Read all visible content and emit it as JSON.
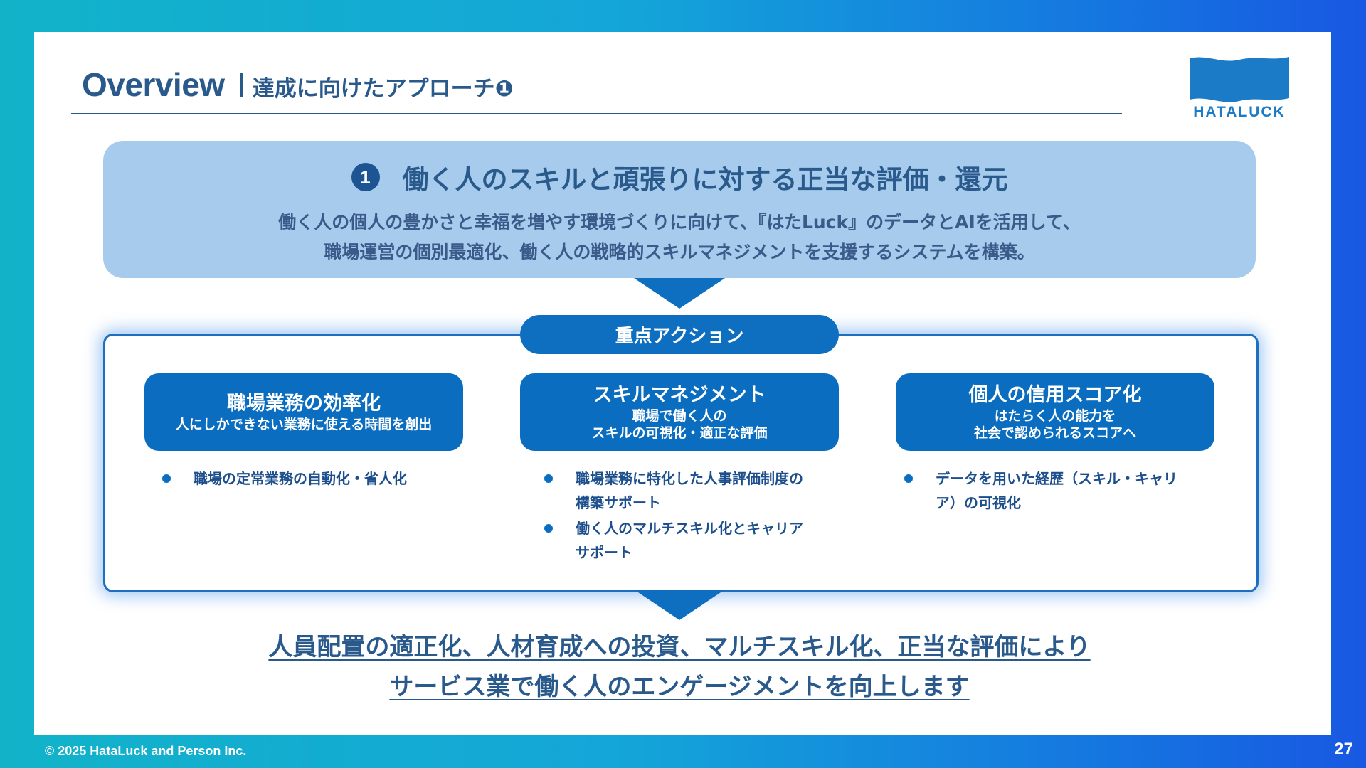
{
  "header": {
    "title_en": "Overview",
    "title_jp": "達成に向けたアプローチ❶"
  },
  "logo": {
    "text": "HATALUCK",
    "color": "#1c7bc7"
  },
  "goal": {
    "number": "1",
    "title": "働く人のスキルと頑張りに対する正当な評価・還元",
    "desc_line1": "働く人の個人の豊かさと幸福を増やす環境づくりに向けて、『はたLuck』のデータとAIを活用して、",
    "desc_line2": "職場運営の個別最適化、働く人の戦略的スキルマネジメントを支援するシステムを構築。"
  },
  "actions": {
    "label": "重点アクション",
    "cards": [
      {
        "title": "職場業務の効率化",
        "sub1": "人にしかできない業務に使える時間を創出",
        "sub2": "",
        "bullets": [
          "職場の定常業務の自動化・省人化"
        ]
      },
      {
        "title": "スキルマネジメント",
        "sub1": "職場で働く人の",
        "sub2": "スキルの可視化・適正な評価",
        "bullets": [
          "職場業務に特化した人事評価制度の\n構築サポート",
          "働く人のマルチスキル化とキャリア\nサポート"
        ]
      },
      {
        "title": "個人の信用スコア化",
        "sub1": "はたらく人の能力を",
        "sub2": "社会で認められるスコアへ",
        "bullets": [
          "データを用いた経歴（スキル・キャリ\nア）の可視化"
        ]
      }
    ]
  },
  "conclusion": {
    "line1": "人員配置の適正化、人材育成への投資、マルチスキル化、正当な評価により",
    "line2": "サービス業で働く人のエンゲージメントを向上します"
  },
  "footer": {
    "copyright": "© 2025 HataLuck and Person Inc.",
    "page": "27"
  },
  "colors": {
    "primary": "#0a6dc0",
    "title": "#2a5a8c",
    "goal_bg": "#a7cbec"
  }
}
